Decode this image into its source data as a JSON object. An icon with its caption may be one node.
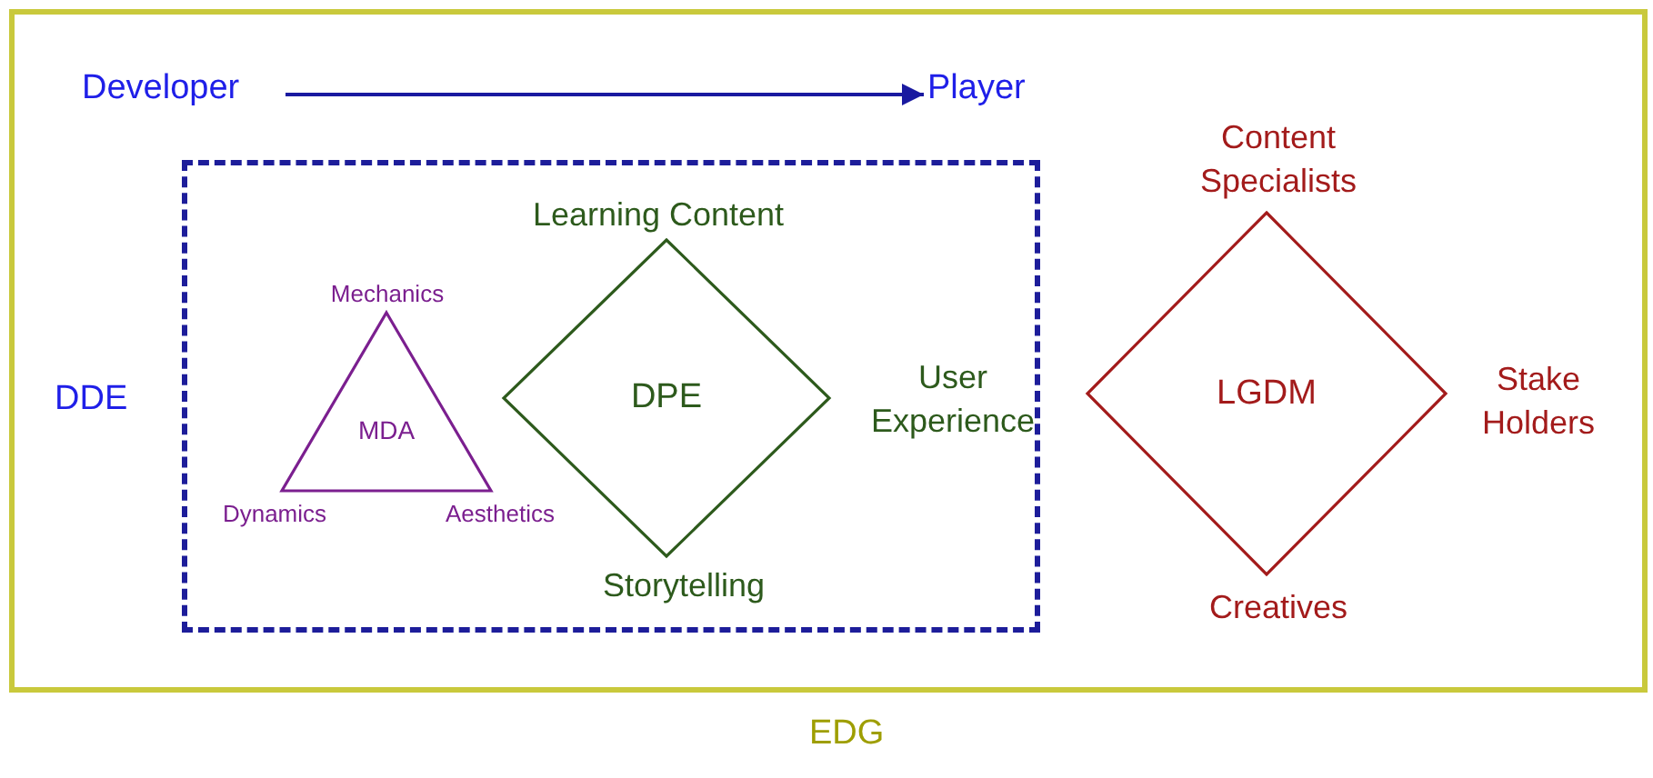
{
  "diagram": {
    "nodes": [
      {
        "text": [
          "EDG"
        ]
      },
      {
        "text": [
          "Developer"
        ],
        "in": 0
      },
      {
        "text": [
          "Player"
        ],
        "in": 0
      },
      {
        "text": [
          "DDE"
        ],
        "in": 0
      },
      {
        "text": [
          "MDA"
        ],
        "in": 3,
        "beside": [
          "Mechanics",
          "Dynamics",
          "Aesthetics"
        ]
      },
      {
        "text": [
          "DPE"
        ],
        "in": 3,
        "beside": [
          "Learning Content",
          "User Experience",
          "Storytelling"
        ]
      },
      {
        "text": [
          "LGDM"
        ],
        "in": 0,
        "beside": [
          "Content Specialists",
          "Stake Holders",
          "Creatives"
        ]
      }
    ],
    "edges": [
      {
        "from": 1,
        "to": 2,
        "arrow": "to"
      }
    ]
  }
}
